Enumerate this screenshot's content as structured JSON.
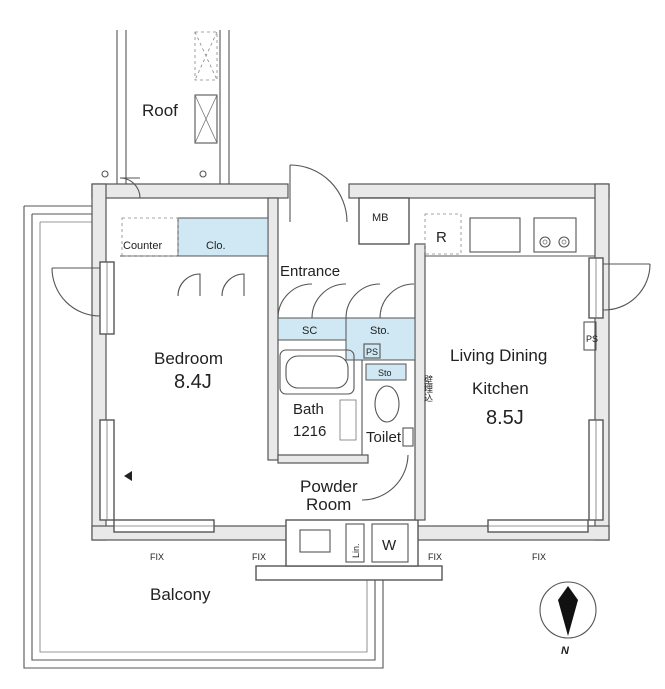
{
  "labels": {
    "roof": "Roof",
    "mb": "MB",
    "r": "R",
    "counter": "Counter",
    "clo": "Clo.",
    "entrance": "Entrance",
    "sc": "SC",
    "sto": "Sto.",
    "ps1": "PS",
    "ps2": "PS",
    "sto_toilet": "Sto",
    "wall_built_in": "壁埋込",
    "bedroom": "Bedroom",
    "bedroom_size": "8.4J",
    "ldk_line1": "Living Dining",
    "ldk_line2": "Kitchen",
    "ldk_size": "8.5J",
    "bath": "Bath",
    "bath_size": "1216",
    "toilet": "Toilet",
    "powder_line1": "Powder",
    "powder_line2": "Room",
    "lin": "Lin.",
    "w": "W",
    "fix1": "FIX",
    "fix2": "FIX",
    "fix3": "FIX",
    "fix4": "FIX",
    "balcony": "Balcony",
    "north": "N"
  },
  "colors": {
    "storage_fill": "#cfe8f3",
    "wall_fill": "#e9e9e9",
    "line": "#555555"
  },
  "icons": [
    "compass-north-icon",
    "stove-burner-icon",
    "door-swing-icon",
    "bathtub-icon",
    "toilet-icon"
  ]
}
